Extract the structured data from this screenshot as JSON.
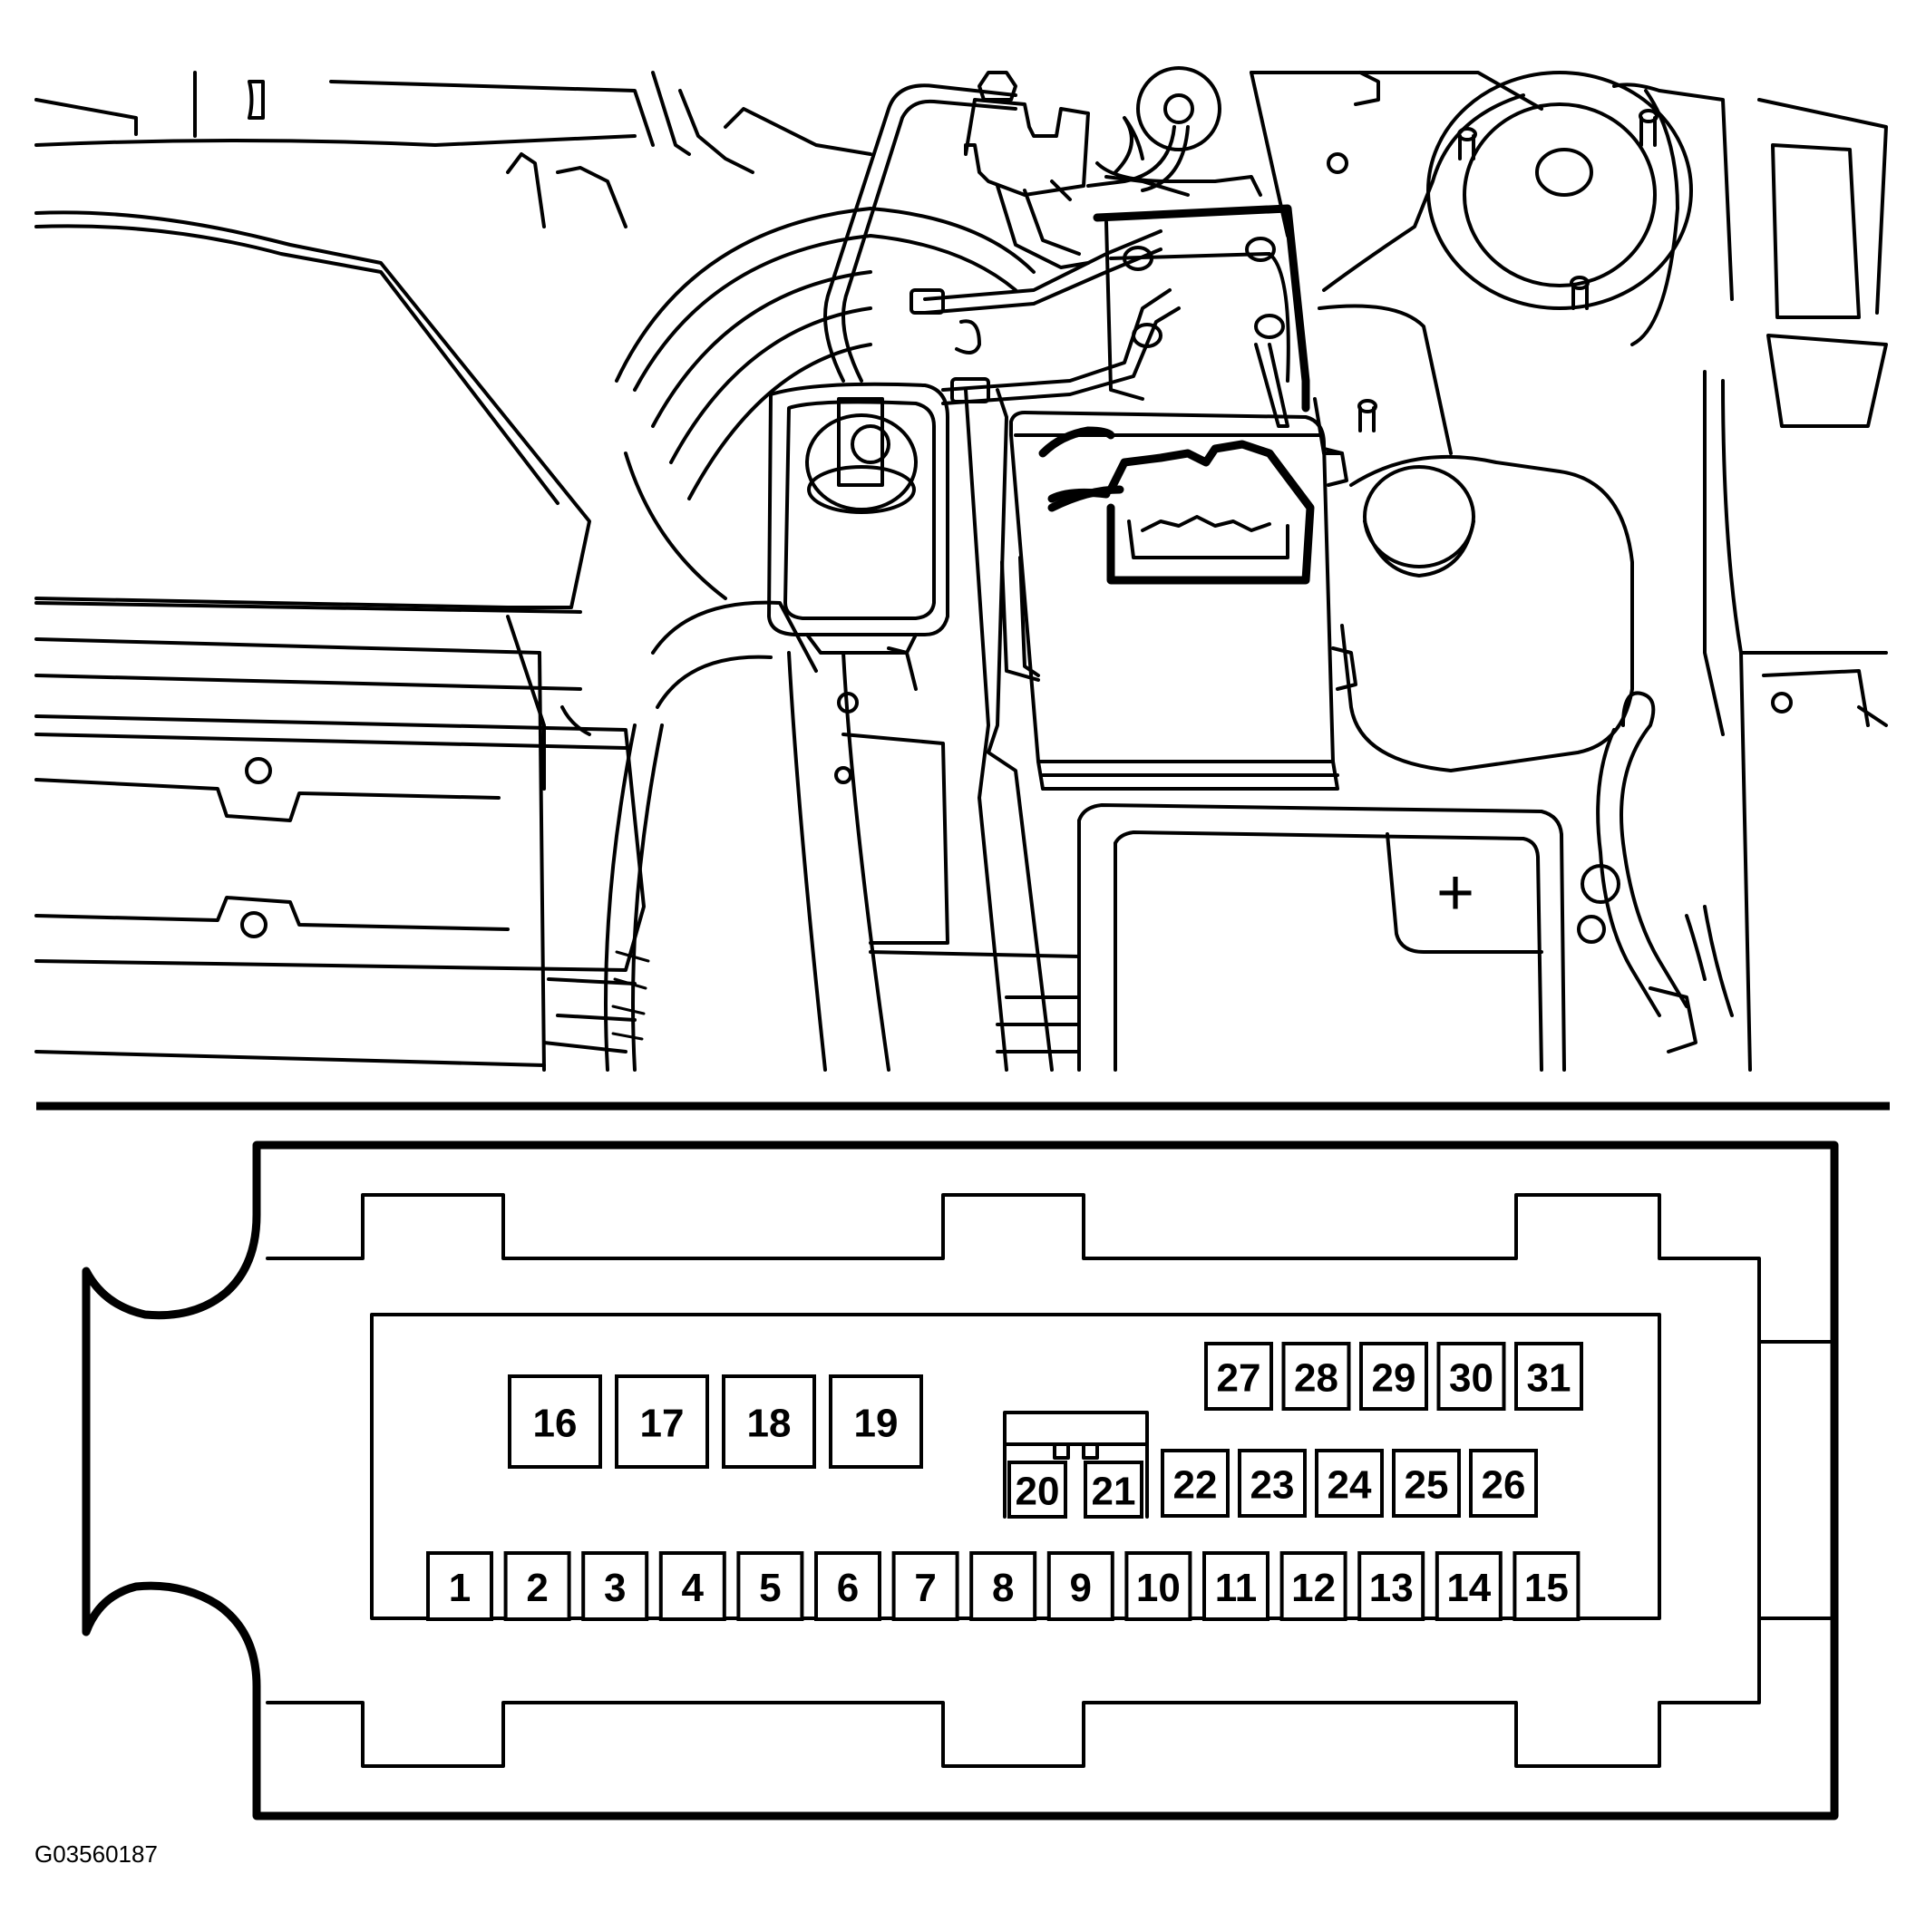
{
  "figure_id": "G03560187",
  "top_view": {
    "battery_symbol": "+"
  },
  "fuse_panel": {
    "fuses": [
      {
        "label": "1"
      },
      {
        "label": "2"
      },
      {
        "label": "3"
      },
      {
        "label": "4"
      },
      {
        "label": "5"
      },
      {
        "label": "6"
      },
      {
        "label": "7"
      },
      {
        "label": "8"
      },
      {
        "label": "9"
      },
      {
        "label": "10"
      },
      {
        "label": "11"
      },
      {
        "label": "12"
      },
      {
        "label": "13"
      },
      {
        "label": "14"
      },
      {
        "label": "15"
      },
      {
        "label": "16"
      },
      {
        "label": "17"
      },
      {
        "label": "18"
      },
      {
        "label": "19"
      },
      {
        "label": "20"
      },
      {
        "label": "21"
      },
      {
        "label": "22"
      },
      {
        "label": "23"
      },
      {
        "label": "24"
      },
      {
        "label": "25"
      },
      {
        "label": "26"
      },
      {
        "label": "27"
      },
      {
        "label": "28"
      },
      {
        "label": "29"
      },
      {
        "label": "30"
      },
      {
        "label": "31"
      }
    ]
  }
}
